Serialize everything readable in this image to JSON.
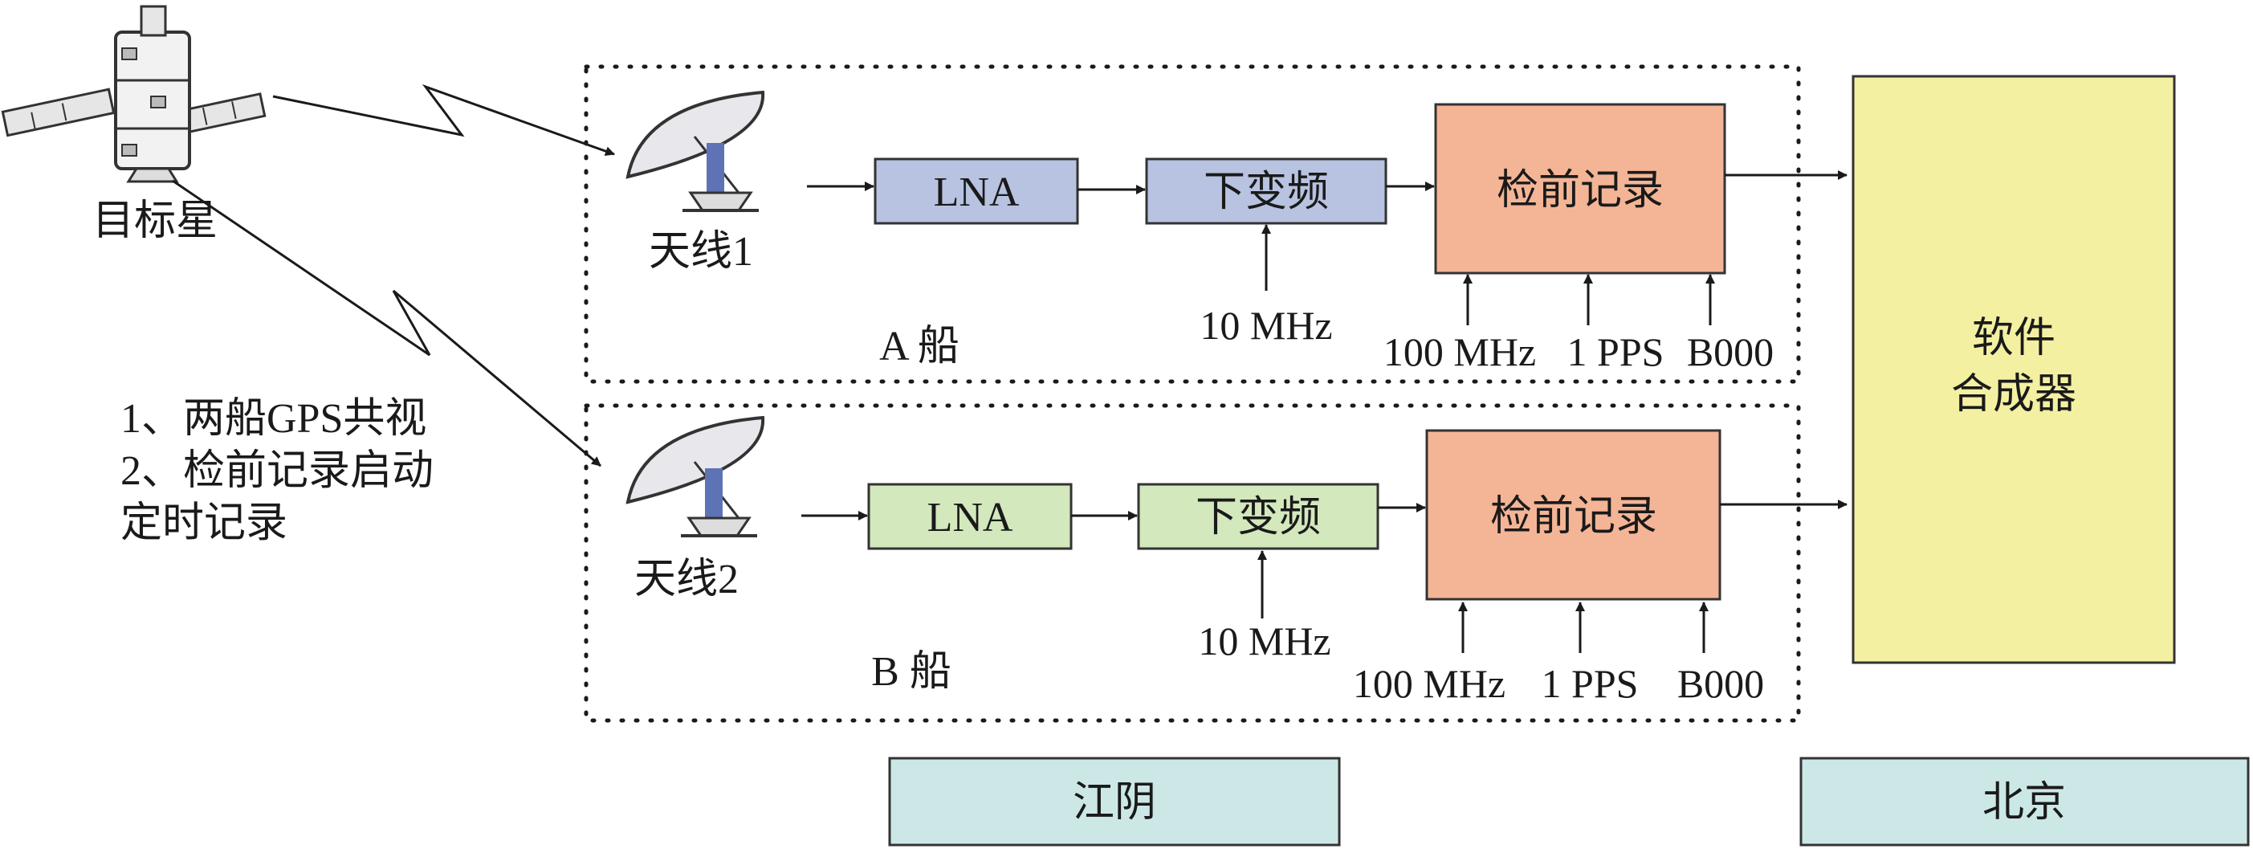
{
  "satellite": {
    "label": "目标星"
  },
  "notes": [
    "1、两船GPS共视",
    "2、检前记录启动",
    "定时记录"
  ],
  "colors": {
    "lna_a": "#b7c3e0",
    "down_a": "#b7c3e0",
    "lna_b": "#d3e8bd",
    "down_b": "#d3e8bd",
    "recorder": "#f4b596",
    "synth": "#f3f0a2",
    "location": "#cce8e6",
    "line": "#1a1a1a"
  },
  "ship_a": {
    "name": "A 船",
    "antenna": "天线1",
    "lna": "LNA",
    "downconv": "下变频",
    "downconv_ref": "10 MHz",
    "recorder": "检前记录",
    "recorder_inputs": [
      "100 MHz",
      "1 PPS",
      "B000"
    ]
  },
  "ship_b": {
    "name": "B 船",
    "antenna": "天线2",
    "lna": "LNA",
    "downconv": "下变频",
    "downconv_ref": "10 MHz",
    "recorder": "检前记录",
    "recorder_inputs": [
      "100 MHz",
      "1 PPS",
      "B000"
    ]
  },
  "synthesizer": {
    "line1": "软件",
    "line2": "合成器"
  },
  "locations": {
    "left": "江阴",
    "right": "北京"
  }
}
